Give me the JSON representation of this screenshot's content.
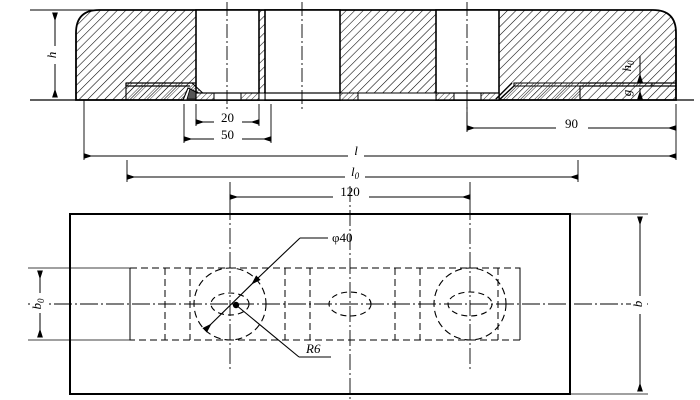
{
  "drawing": {
    "title": "Rubber pad / bearing plate technical drawing",
    "views": [
      {
        "name": "sectional-elevation",
        "label": ""
      },
      {
        "name": "plan-view",
        "label": ""
      }
    ],
    "line_color": "#000000",
    "background_color": "#ffffff",
    "hatch_color": "#000000",
    "dimensions": {
      "top_view": {
        "height_symbol": "h",
        "top_plate_thickness_symbol": "h",
        "top_plate_thickness_subscript": "0",
        "bottom_gap_symbol": "g",
        "inner_width": "20",
        "outer_width": "50",
        "offset_right": "90"
      },
      "between_views": {
        "overall_length_symbol": "l",
        "inner_length_symbol": "l",
        "inner_length_subscript": "0",
        "hole_spacing": "120"
      },
      "plan_view": {
        "inner_width_symbol": "b",
        "inner_width_subscript": "0",
        "overall_width_symbol": "b"
      },
      "annotations": {
        "hole_diameter": "φ40",
        "fillet_radius": "R6"
      }
    }
  }
}
